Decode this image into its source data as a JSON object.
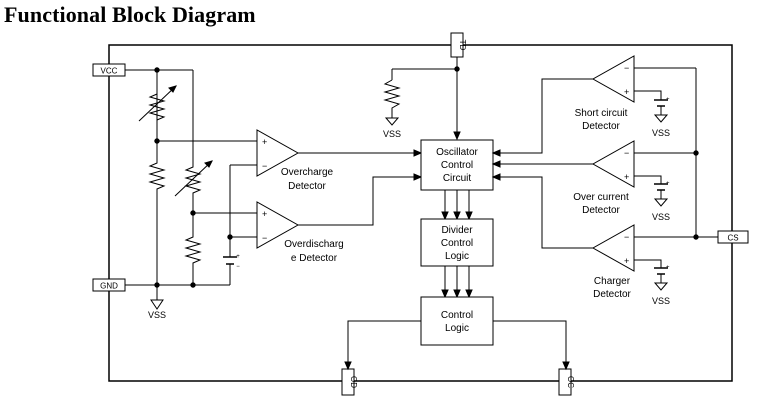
{
  "title": "Functional Block Diagram",
  "pins": {
    "vcc": "VCC",
    "gnd": "GND",
    "td": "TD",
    "cs": "CS",
    "od": "OD",
    "oc": "OC"
  },
  "ground_labels": {
    "td_resistor": "VSS",
    "gnd_pin": "VSS",
    "short_circuit": "VSS",
    "over_current": "VSS",
    "charger": "VSS"
  },
  "blocks": {
    "oscillator": [
      "Oscillator",
      "Control",
      "Circuit"
    ],
    "divider": [
      "Divider",
      "Control",
      "Logic"
    ],
    "control": [
      "Control",
      "Logic"
    ]
  },
  "comparators": {
    "overcharge": [
      "Overcharge",
      "Detector"
    ],
    "overdischarge": [
      "Overdischarg",
      "e Detector"
    ],
    "short_circuit": [
      "Short circuit",
      "Detector"
    ],
    "over_current": [
      "Over current",
      "Detector"
    ],
    "charger": [
      "Charger",
      "Detector"
    ]
  },
  "polarity": {
    "plus": "+",
    "minus": "−"
  }
}
